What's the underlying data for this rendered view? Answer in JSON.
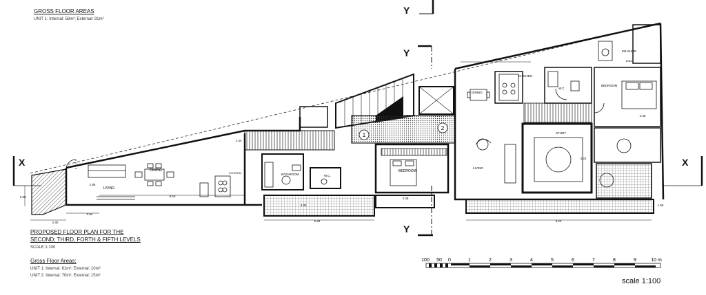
{
  "top_block": {
    "title": "GROSS FLOOR AREAS",
    "line": "UNIT 1: Internal: 58m²; External: 91m²"
  },
  "plan_title": {
    "line1": "PROPOSED FLOOR PLAN FOR THE",
    "line2": "SECOND; THIRD, FORTH & FIFTH LEVELS",
    "scale_small": "SCALE 1:100"
  },
  "areas": {
    "title": "Gross Floor Areas:",
    "unit1": "UNIT 1: Internal: 61m²; External: 10m²",
    "unit2": "UNIT 2: Internal: 70m²; External: 15m²"
  },
  "section_markers": {
    "y": "Y",
    "x": "X"
  },
  "rooms": {
    "dining_left": "DINING",
    "living_left": "LIVING",
    "kitchen_left": "KITCHEN",
    "bathroom": "BATHROOM",
    "wc_left": "W.C.",
    "bedroom_mid": "BEDROOM",
    "dining_right": "DINING",
    "kitchen_right": "KITCHEN",
    "wc_right": "W.C.",
    "bedroom_right": "BEDROOM",
    "en_suite": "EN-SUITE",
    "living_right": "LIVING",
    "study": "STUDY"
  },
  "circles": {
    "one": "1",
    "two": "2"
  },
  "dimensions": {
    "d240": "2.40",
    "d064": "0.64",
    "d190": "1.90",
    "d185": "1.85",
    "d850": "8.50",
    "d144": "1.44",
    "d529": "5.29",
    "d435": "4.35",
    "d239": "2.39",
    "d922": "9.22",
    "d441": "4.41",
    "d351": "3.51",
    "d445": "4.45",
    "d322": "3.22",
    "d155": "1.55"
  },
  "scale_bar": {
    "labels": [
      "100",
      "50",
      "0",
      "1",
      "2",
      "3",
      "4",
      "5",
      "6",
      "7",
      "8",
      "9",
      "10 m"
    ],
    "caption": "scale 1:100"
  }
}
